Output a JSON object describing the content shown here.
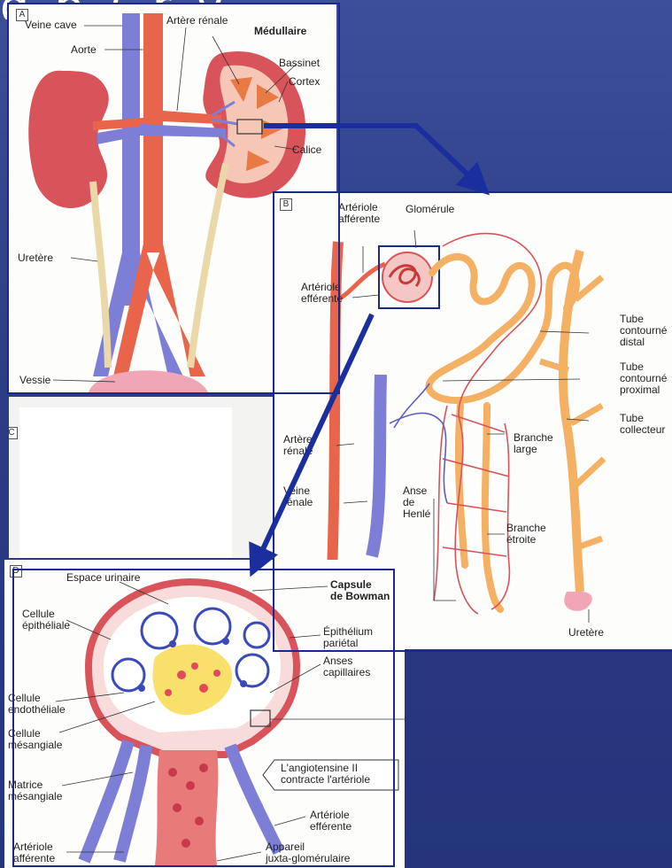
{
  "slide": {
    "title_fragment": "g p      ( r      y"
  },
  "panel_a": {
    "letter": "A",
    "labels": {
      "veine_cave": "Veine cave",
      "aorte": "Aorte",
      "artere_renale": "Artère rénale",
      "medullaire": "Médullaire",
      "bassinet": "Bassinet",
      "cortex": "Cortex",
      "calice": "Calice",
      "uretere": "Uretère",
      "vessie": "Vessie"
    }
  },
  "panel_b": {
    "letter": "B",
    "labels": {
      "arteriole_afferente": "Artériole\nafférente",
      "glomerule": "Glomérule",
      "arteriole_efferente": "Artériole\nefférente",
      "tube_distal": "Tube\ncontourné\ndistal",
      "tube_proximal": "Tube\ncontourné\nproximal",
      "tube_collecteur": "Tube\ncollecteur",
      "artere_renale": "Artère\nrénale",
      "branche_large": "Branche\nlarge",
      "veine_renale": "Veine\nrénale",
      "anse_henle": "Anse\nde\nHenlé",
      "branche_etroite": "Branche\nétroite",
      "uretere": "Uretère"
    }
  },
  "panel_c": {
    "letter": "C"
  },
  "panel_d": {
    "letter": "D",
    "labels": {
      "espace_urinaire": "Espace urinaire",
      "capsule_bowman": "Capsule\nde Bowman",
      "cellule_epitheliale": "Cellule\népithéliale",
      "epithelium_parietal": "Épithélium\npariétal",
      "anses_capillaires": "Anses\ncapillaires",
      "cellule_endotheliale": "Cellule\nendothéliale",
      "cellule_mesangiale": "Cellule\nmésangiale",
      "angiotensine": "L'angiotensine II\ncontracte l'artériole",
      "matrice_mesangiale": "Matrice\nmésangiale",
      "arteriole_efferente": "Artériole\nefférente",
      "arteriole_afferente": "Artériole\nafférente",
      "appareil": "Appareil\njuxta-glomérulaire"
    }
  },
  "colors": {
    "artery": "#e8644a",
    "vein": "#7d7fd6",
    "kidney": "#d9535a",
    "tubule": "#f4b063",
    "ureter": "#ead8a8",
    "frame": "#1a2a8c",
    "arrow": "#1b2e9e"
  }
}
